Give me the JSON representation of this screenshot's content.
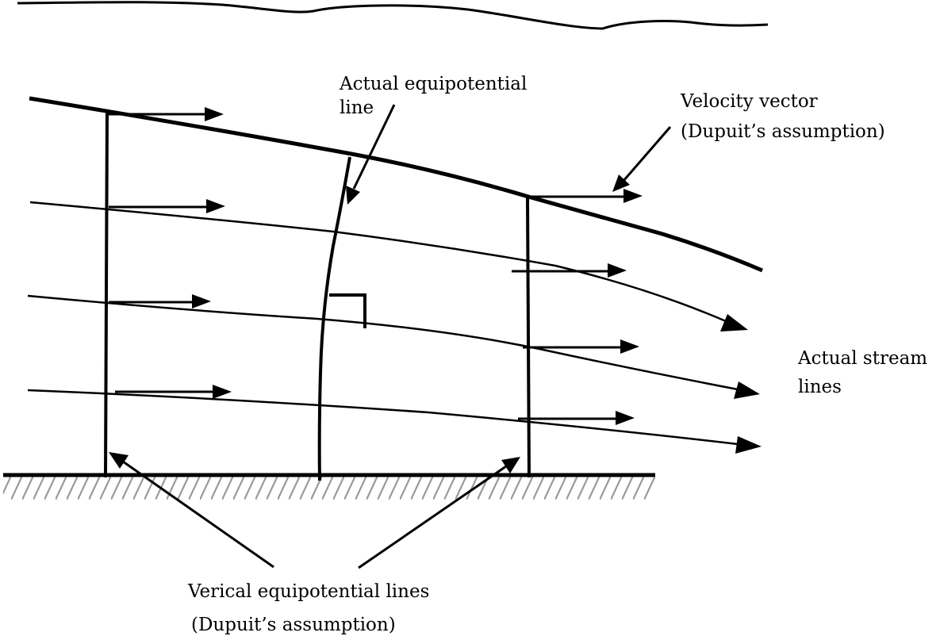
{
  "labels": {
    "actual_equipotential": [
      "Actual equipotential",
      "line"
    ],
    "velocity_vector": [
      "Velocity vector",
      "(Dupuit’s assumption)"
    ],
    "actual_stream_lines": [
      "Actual stream",
      "lines"
    ],
    "vertical_equipotential": [
      "Verical equipotential lines",
      "(Dupuit’s assumption)"
    ]
  }
}
